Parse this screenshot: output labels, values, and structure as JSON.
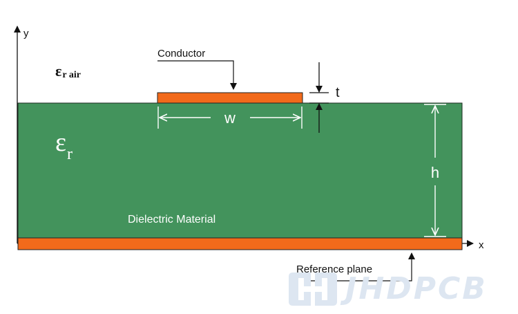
{
  "labels": {
    "y_axis": "y",
    "x_axis": "x",
    "conductor": "Conductor",
    "epsilon_air_symbol": "ε",
    "epsilon_air_sub": "r air",
    "epsilon_r_symbol": "ε",
    "epsilon_r_sub": "r",
    "width": "w",
    "thickness": "t",
    "height": "h",
    "dielectric": "Dielectric Material",
    "reference_plane": "Reference plane"
  },
  "watermark": {
    "text": "JHDPCB"
  },
  "colors": {
    "dielectric": "#43935c",
    "copper": "#f26a1b",
    "outline": "#111111",
    "dimension_line": "#ffffff",
    "watermark": "#dde6f1"
  }
}
